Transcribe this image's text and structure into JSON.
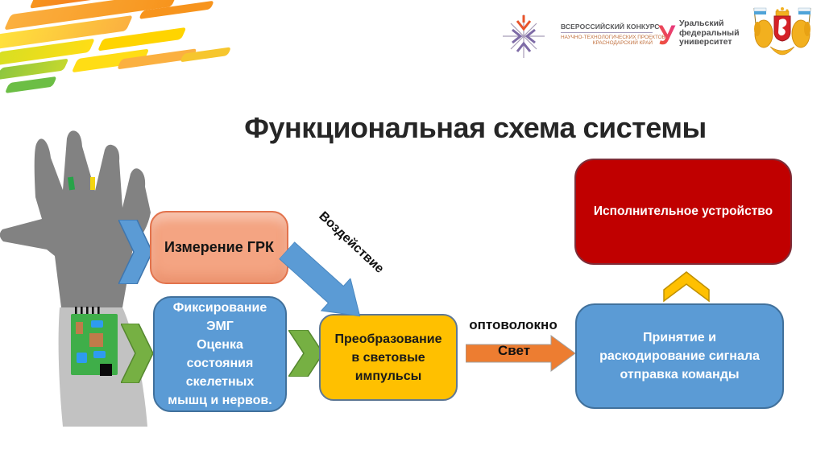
{
  "title": "Функциональная схема системы",
  "header": {
    "konkurs_logo": {
      "line1": "ВСЕРОССИЙСКИЙ КОНКУРС",
      "line2": "НАУЧНО-ТЕХНОЛОГИЧЕСКИХ ПРОЕКТОВ",
      "line3": "КРАСНОДАРСКИЙ КРАЙ"
    },
    "urfu_logo": {
      "line1": "Уральский",
      "line2": "федеральный",
      "line3": "университет"
    }
  },
  "diagram": {
    "measure_block": "Измерение ГРК",
    "emg_block": "Фиксирование\nЭМГ\nОценка\nсостояния\nскелетных\nмышц и нервов.",
    "convert_block": "Преобразование\nв световые\nимпульсы",
    "actuator_block": "Исполнительное устройство",
    "receive_block": "Принятие и\nраскодирование сигнала\nотправка команды",
    "impact_label": "Воздействие",
    "fiber_label": "оптоволокно",
    "light_label": "Свет"
  },
  "colors": {
    "blue_block": "#5B9BD5",
    "blue_border": "#41719C",
    "green_chevron": "#76B043",
    "yellow_block": "#FFC000",
    "red_block": "#C00000",
    "salmon_block": "#F4A482",
    "orange_arrow": "#ED7D31",
    "gold_chevron": "#FFC000"
  }
}
